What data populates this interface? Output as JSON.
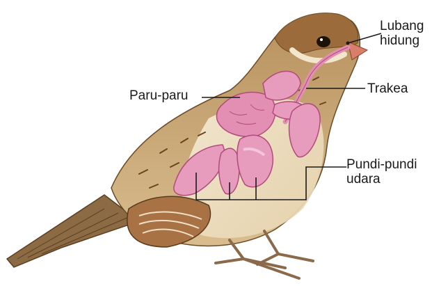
{
  "labels": {
    "nostril_line1": "Lubang",
    "nostril_line2": "hidung",
    "lungs": "Paru-paru",
    "trachea": "Trakea",
    "air_sacs_line1": "Pundi-pundi",
    "air_sacs_line2": "udara"
  },
  "colors": {
    "plumage_light": "#c9a878",
    "plumage_dark": "#8a5a30",
    "belly": "#f1e7cf",
    "organ_fill": "#e38fb4",
    "organ_light": "#f3c6da",
    "organ_stroke": "#b24a7d",
    "beak": "#d77f6a",
    "leader_line": "#1a1a1a"
  }
}
